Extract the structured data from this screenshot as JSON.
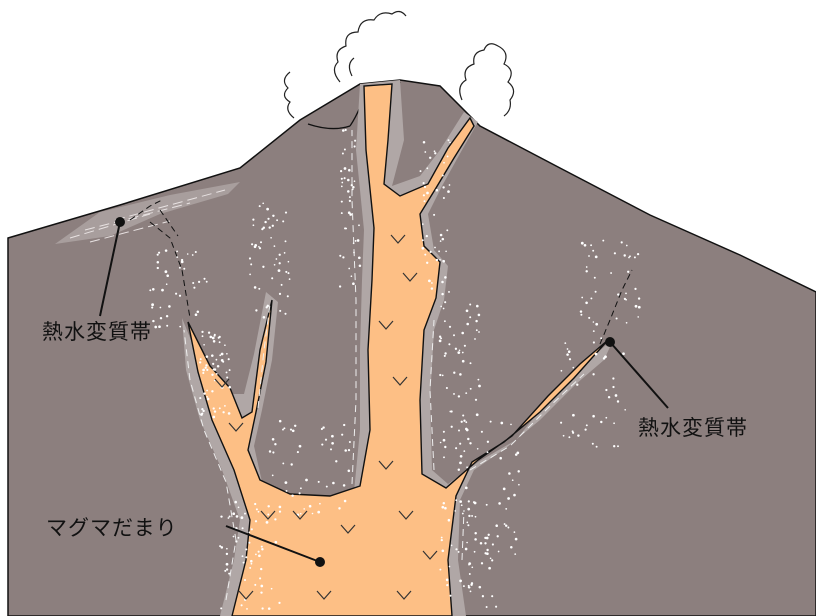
{
  "labels": {
    "hydrothermal_left": "熱水変質帯",
    "hydrothermal_right": "熱水変質帯",
    "magma_chamber": "マグマだまり"
  },
  "colors": {
    "mountain": "#8c7f7e",
    "alteration_halo": "#b0a7a6",
    "magma": "#fdbf85",
    "outline": "#111111",
    "steam": "#222222",
    "dots": "#ffffff"
  }
}
